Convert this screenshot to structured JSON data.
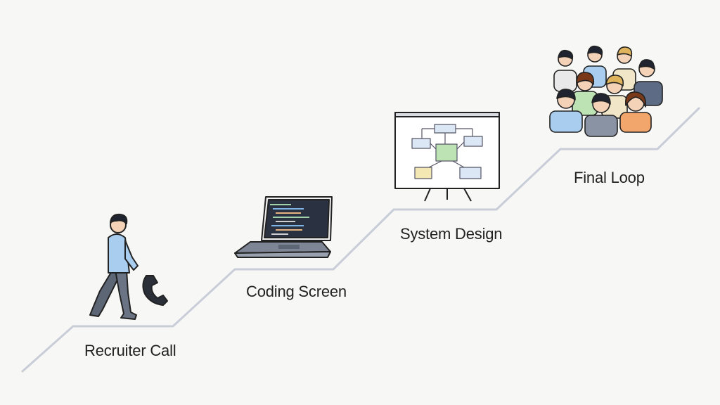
{
  "steps": [
    {
      "label": "Recruiter Call",
      "icon": "person-on-phone-icon"
    },
    {
      "label": "Coding Screen",
      "icon": "laptop-code-icon"
    },
    {
      "label": "System Design",
      "icon": "whiteboard-diagram-icon"
    },
    {
      "label": "Final Loop",
      "icon": "interview-panel-icon"
    }
  ],
  "colors": {
    "path": "#c9cdd8",
    "shirt_blue": "#a9cdee",
    "trousers": "#5d6675",
    "screen": "#2a3140",
    "diagram_green": "#bde3b5",
    "diagram_yellow": "#f3e7b3",
    "diagram_blue": "#dbe7f5"
  }
}
